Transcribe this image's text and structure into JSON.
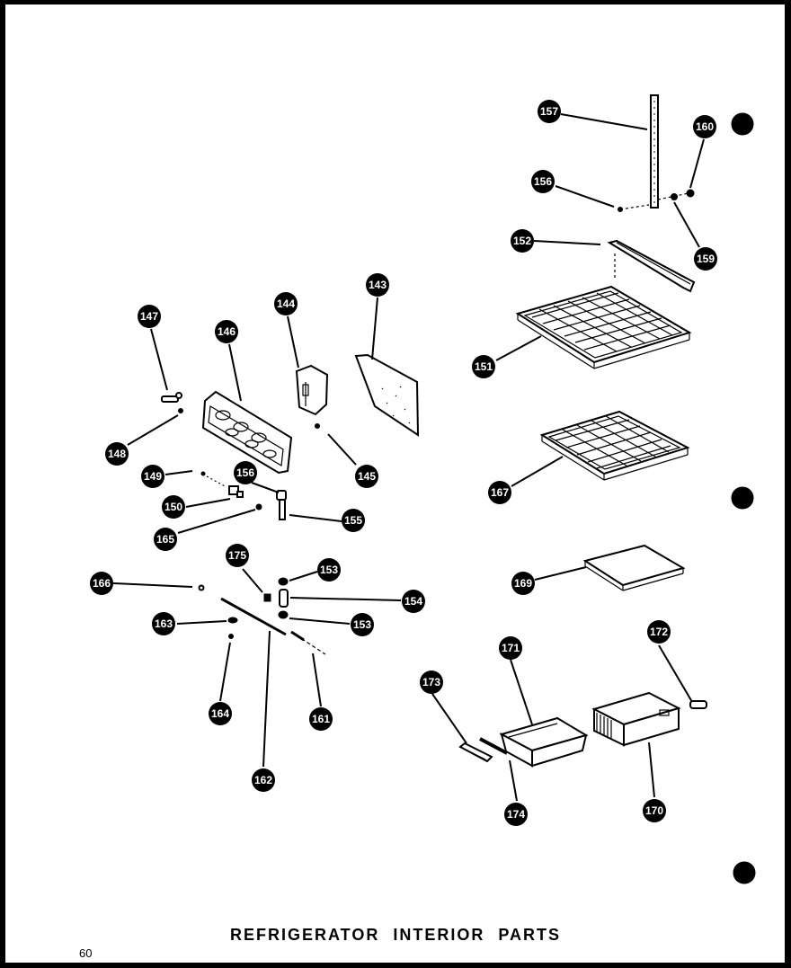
{
  "title": "REFRIGERATOR INTERIOR PARTS",
  "page_number": "60",
  "callouts": {
    "c143": "143",
    "c144": "144",
    "c145": "145",
    "c146": "146",
    "c147": "147",
    "c148": "148",
    "c149": "149",
    "c150": "150",
    "c151": "151",
    "c152": "152",
    "c153a": "153",
    "c153b": "153",
    "c154": "154",
    "c155": "155",
    "c156a": "156",
    "c156b": "156",
    "c157": "157",
    "c159": "159",
    "c160": "160",
    "c161": "161",
    "c162": "162",
    "c163": "163",
    "c164": "164",
    "c165": "165",
    "c166": "166",
    "c167": "167",
    "c169": "169",
    "c170": "170",
    "c171": "171",
    "c172": "172",
    "c173": "173",
    "c174": "174",
    "c175": "175"
  }
}
